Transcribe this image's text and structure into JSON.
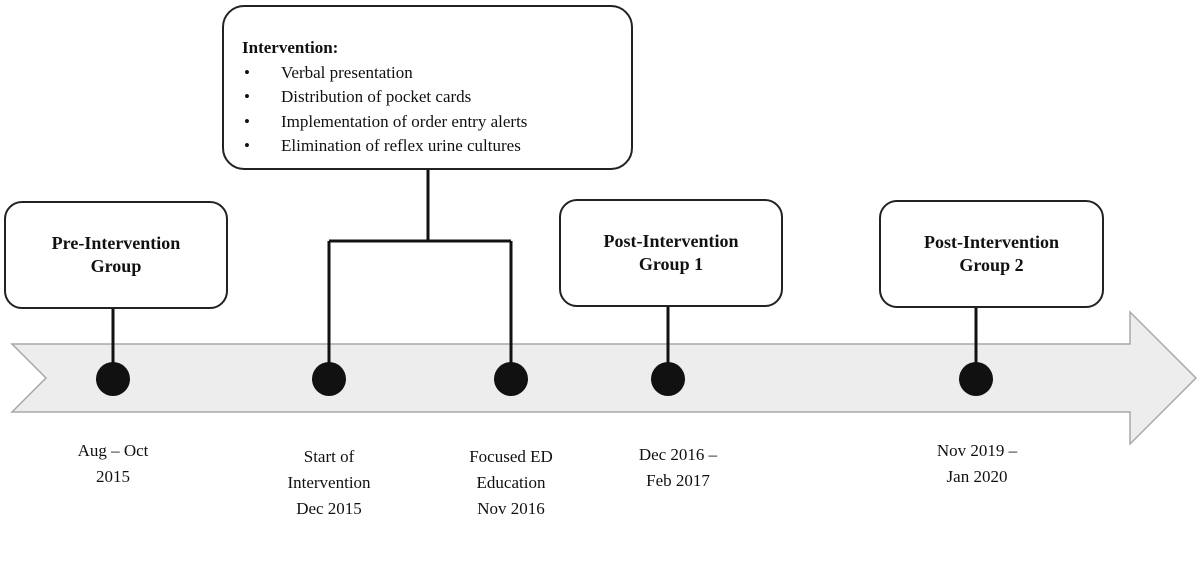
{
  "intervention": {
    "title": "Intervention:",
    "bullet": "•",
    "items": [
      "Verbal presentation",
      "Distribution of pocket cards",
      "Implementation of order entry alerts",
      "Elimination of reflex urine cultures"
    ]
  },
  "groups": [
    {
      "line1": "Pre-Intervention",
      "line2": "Group"
    },
    {
      "line1": "Post-Intervention",
      "line2": "Group 1"
    },
    {
      "line1": "Post-Intervention",
      "line2": "Group 2"
    }
  ],
  "timeline_labels": [
    {
      "lines": [
        "Aug – Oct",
        "2015"
      ]
    },
    {
      "lines": [
        "Start of",
        "Intervention",
        "Dec 2015"
      ]
    },
    {
      "lines": [
        "Focused ED",
        "Education",
        "Nov 2016"
      ]
    },
    {
      "lines": [
        "Dec 2016 –",
        "Feb 2017"
      ]
    },
    {
      "lines": [
        "Nov 2019 –",
        "Jan 2020"
      ]
    }
  ],
  "colors": {
    "arrow_fill": "#ededed",
    "arrow_stroke": "#a8a8a8",
    "lines": "#111111",
    "markers": "#111111",
    "box_border": "#222222"
  }
}
